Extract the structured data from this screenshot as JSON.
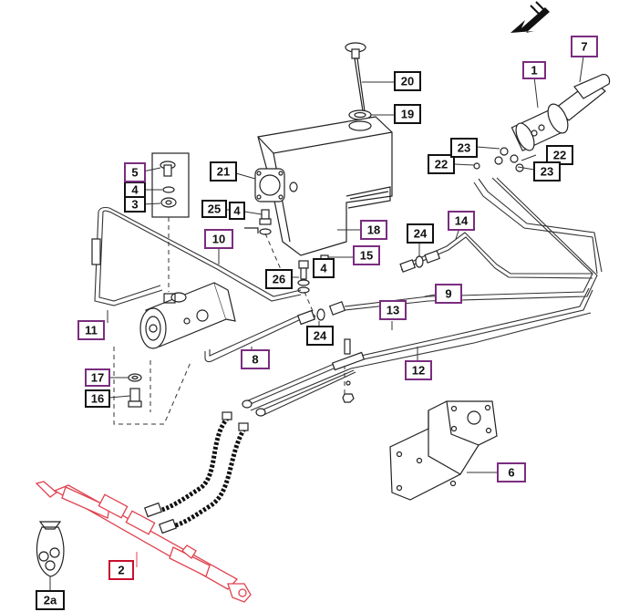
{
  "diagram": {
    "callouts": [
      {
        "id": "c1",
        "label": "1",
        "style": "purple"
      },
      {
        "id": "c2",
        "label": "2",
        "style": "red"
      },
      {
        "id": "c2a",
        "label": "2a",
        "style": "black"
      },
      {
        "id": "c3",
        "label": "3",
        "style": "black"
      },
      {
        "id": "c4a",
        "label": "4",
        "style": "black"
      },
      {
        "id": "c4b",
        "label": "4",
        "style": "black"
      },
      {
        "id": "c4c",
        "label": "4",
        "style": "black"
      },
      {
        "id": "c5",
        "label": "5",
        "style": "purple"
      },
      {
        "id": "c6",
        "label": "6",
        "style": "purple"
      },
      {
        "id": "c7",
        "label": "7",
        "style": "purple"
      },
      {
        "id": "c8",
        "label": "8",
        "style": "purple"
      },
      {
        "id": "c9",
        "label": "9",
        "style": "purple"
      },
      {
        "id": "c10",
        "label": "10",
        "style": "purple"
      },
      {
        "id": "c11",
        "label": "11",
        "style": "purple"
      },
      {
        "id": "c12",
        "label": "12",
        "style": "purple"
      },
      {
        "id": "c13",
        "label": "13",
        "style": "purple"
      },
      {
        "id": "c14",
        "label": "14",
        "style": "purple"
      },
      {
        "id": "c15",
        "label": "15",
        "style": "purple"
      },
      {
        "id": "c16",
        "label": "16",
        "style": "black"
      },
      {
        "id": "c17",
        "label": "17",
        "style": "purple"
      },
      {
        "id": "c18",
        "label": "18",
        "style": "purple"
      },
      {
        "id": "c19",
        "label": "19",
        "style": "black"
      },
      {
        "id": "c20",
        "label": "20",
        "style": "black"
      },
      {
        "id": "c21",
        "label": "21",
        "style": "black"
      },
      {
        "id": "c22a",
        "label": "22",
        "style": "black"
      },
      {
        "id": "c22b",
        "label": "22",
        "style": "black"
      },
      {
        "id": "c23a",
        "label": "23",
        "style": "black"
      },
      {
        "id": "c23b",
        "label": "23",
        "style": "black"
      },
      {
        "id": "c24a",
        "label": "24",
        "style": "black"
      },
      {
        "id": "c24b",
        "label": "24",
        "style": "black"
      },
      {
        "id": "c25",
        "label": "25",
        "style": "black"
      },
      {
        "id": "c26",
        "label": "26",
        "style": "black"
      }
    ],
    "colors": {
      "purple": "#7a2d7f",
      "black": "#111111",
      "red": "#c8102e",
      "highlight": "#e0424f"
    },
    "icons": [
      "direction-arrow-icon",
      "parts-bag-icon"
    ]
  }
}
